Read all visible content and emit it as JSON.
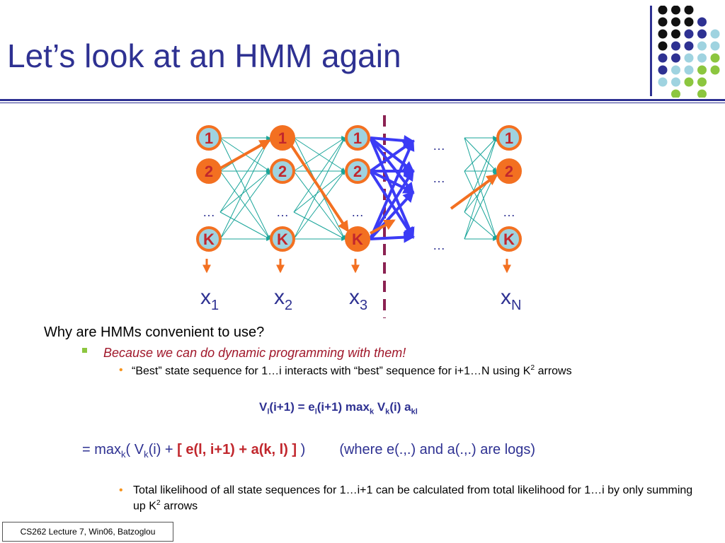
{
  "slide": {
    "title": "Let’s look at an HMM again",
    "footer": "CS262 Lecture 7, Win06, Batzoglou"
  },
  "colors": {
    "title": "#2e3192",
    "node_fill": "#9fd3e0",
    "node_fill_orange": "#f37021",
    "node_text": "#c1272d",
    "edge_teal": "#1aa59a",
    "arrow_orange": "#f37021",
    "arrow_blue": "#3b3bf5",
    "divider": "#8b2252",
    "bullet_green": "#8cc63f",
    "bullet_orange": "#f7941d"
  },
  "diagram": {
    "columns": [
      {
        "states": [
          "1",
          "2",
          "K"
        ],
        "ellipsis": "…",
        "emission": "x",
        "emission_sub": "1",
        "highlight": "2"
      },
      {
        "states": [
          "1",
          "2",
          "K"
        ],
        "ellipsis": "…",
        "emission": "x",
        "emission_sub": "2",
        "highlight": "1"
      },
      {
        "states": [
          "1",
          "2",
          "K"
        ],
        "ellipsis": "…",
        "emission": "x",
        "emission_sub": "3",
        "highlight": "K"
      },
      {
        "states": [
          "1",
          "2",
          "K"
        ],
        "ellipsis": "…",
        "emission": "x",
        "emission_sub": "N",
        "highlight": "2"
      }
    ],
    "middle_ellipsis": [
      "…",
      "…",
      "…"
    ]
  },
  "text": {
    "question": "Why are HMMs convenient to use?",
    "answer": "Because we can do dynamic programming with them!",
    "point1_pre": "“Best” state sequence for 1…i interacts with “best” sequence for i+1…N using K",
    "point1_sup": "2",
    "point1_post": " arrows",
    "eq1": {
      "a": "V",
      "b": "l",
      "c": "(i+1) = e",
      "d": "l",
      "e": "(i+1) max",
      "f": "k",
      "g": " V",
      "h": "k",
      "i": "(i) a",
      "j": "kl"
    },
    "eq2": {
      "a": "= max",
      "b": "k",
      "c": "( V",
      "d": "k",
      "e": "(i) + ",
      "red": "[ e(l, i+1) + a(k, l) ]",
      "f": " )",
      "note": "(where e(.,.) and a(.,.) are logs)"
    },
    "point2_pre": "Total likelihood of all state sequences for 1…i+1 can be calculated from total likelihood for 1…i by only summing up K",
    "point2_sup": "2",
    "point2_post": " arrows"
  }
}
